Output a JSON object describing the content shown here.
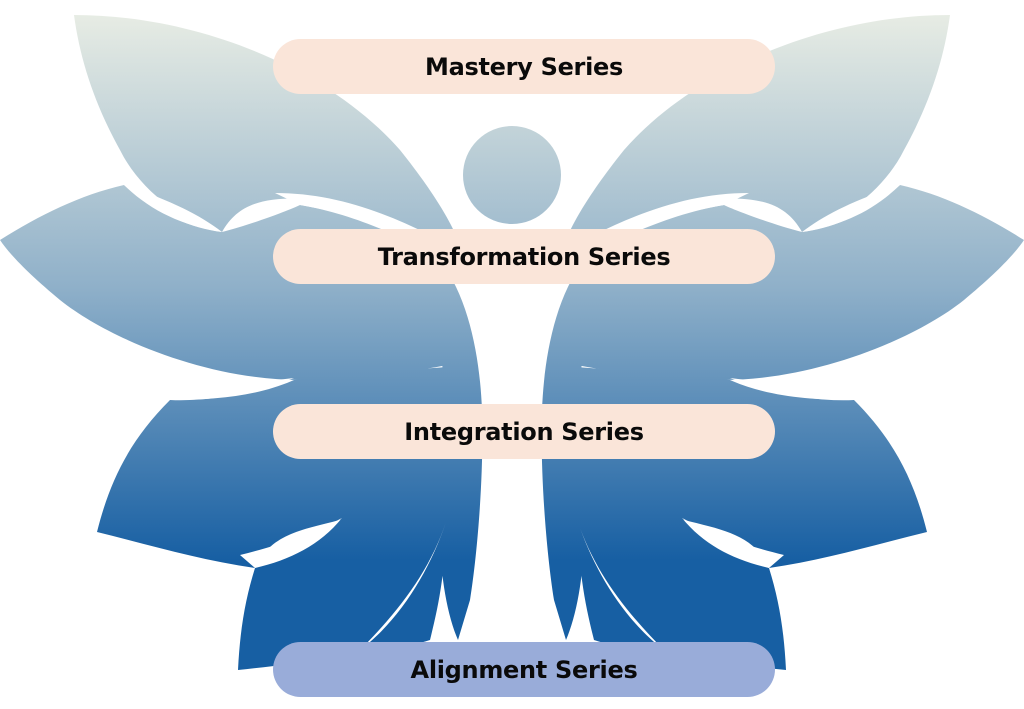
{
  "diagram": {
    "title": "",
    "levels": [
      {
        "label": "Mastery Series",
        "fill": "#fae5d9",
        "order": 4
      },
      {
        "label": "Transformation Series",
        "fill": "#fae5d9",
        "order": 3
      },
      {
        "label": "Integration Series",
        "fill": "#fae5d9",
        "order": 2
      },
      {
        "label": "Alignment Series",
        "fill": "#99acd9",
        "order": 1
      }
    ],
    "figure": {
      "name": "butterfly-person-icon",
      "gradient_top": "#e7ece4",
      "gradient_mid": "#8fb0c9",
      "gradient_bottom": "#175fa3"
    }
  }
}
